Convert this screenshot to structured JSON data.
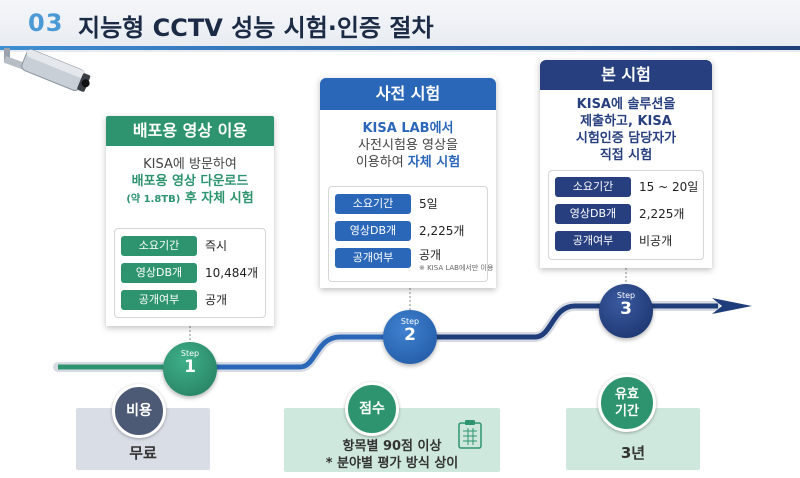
{
  "header": {
    "number": "03",
    "title": "지능형 CCTV 성능 시험·인증 절차"
  },
  "colors": {
    "green": "#2e9470",
    "blue": "#2b67b8",
    "navy": "#273f7e",
    "grey_box": "#d9dde6",
    "green_box": "#cfe8de"
  },
  "cards": {
    "deploy": {
      "title": "배포용 영상 이용",
      "desc_line1": "KISA에 방문하여",
      "desc_line2": "배포용 영상 다운로드",
      "desc_line3_small": "(약 1.8TB)",
      "desc_line3_rest": " 후 자체 시험",
      "rows": [
        {
          "label": "소요기간",
          "value": "즉시"
        },
        {
          "label": "영상DB개",
          "value": "10,484개"
        },
        {
          "label": "공개여부",
          "value": "공개"
        }
      ]
    },
    "pretest": {
      "title": "사전 시험",
      "desc_line1": "KISA LAB에서",
      "desc_line2": "사전시험용 영상을",
      "desc_line3_plain": "이용하여 ",
      "desc_line3_hl": "자체 시험",
      "rows": [
        {
          "label": "소요기간",
          "value": "5일"
        },
        {
          "label": "영상DB개",
          "value": "2,225개"
        },
        {
          "label": "공개여부",
          "value": "공개"
        }
      ],
      "note": "※ KISA LAB에서만 이용"
    },
    "main": {
      "title": "본 시험",
      "desc_line1": "KISA에 솔루션을",
      "desc_line2_hl": "제출",
      "desc_line2_plain": "하고, KISA",
      "desc_line3": "시험인증 담당자가",
      "desc_line4": "직접 시험",
      "rows": [
        {
          "label": "소요기간",
          "value": "15 ~ 20일"
        },
        {
          "label": "영상DB개",
          "value": "2,225개"
        },
        {
          "label": "공개여부",
          "value": "비공개"
        }
      ]
    }
  },
  "steps": [
    {
      "word": "Step",
      "number": "1"
    },
    {
      "word": "Step",
      "number": "2"
    },
    {
      "word": "Step",
      "number": "3"
    }
  ],
  "bottom": {
    "cost": {
      "badge": "비용",
      "text": "무료"
    },
    "score": {
      "badge": "점수",
      "line1": "항목별 90점 이상",
      "line2": "* 분야별 평가 방식 상이"
    },
    "validity": {
      "badge_line1": "유효",
      "badge_line2": "기간",
      "text": "3년"
    }
  }
}
